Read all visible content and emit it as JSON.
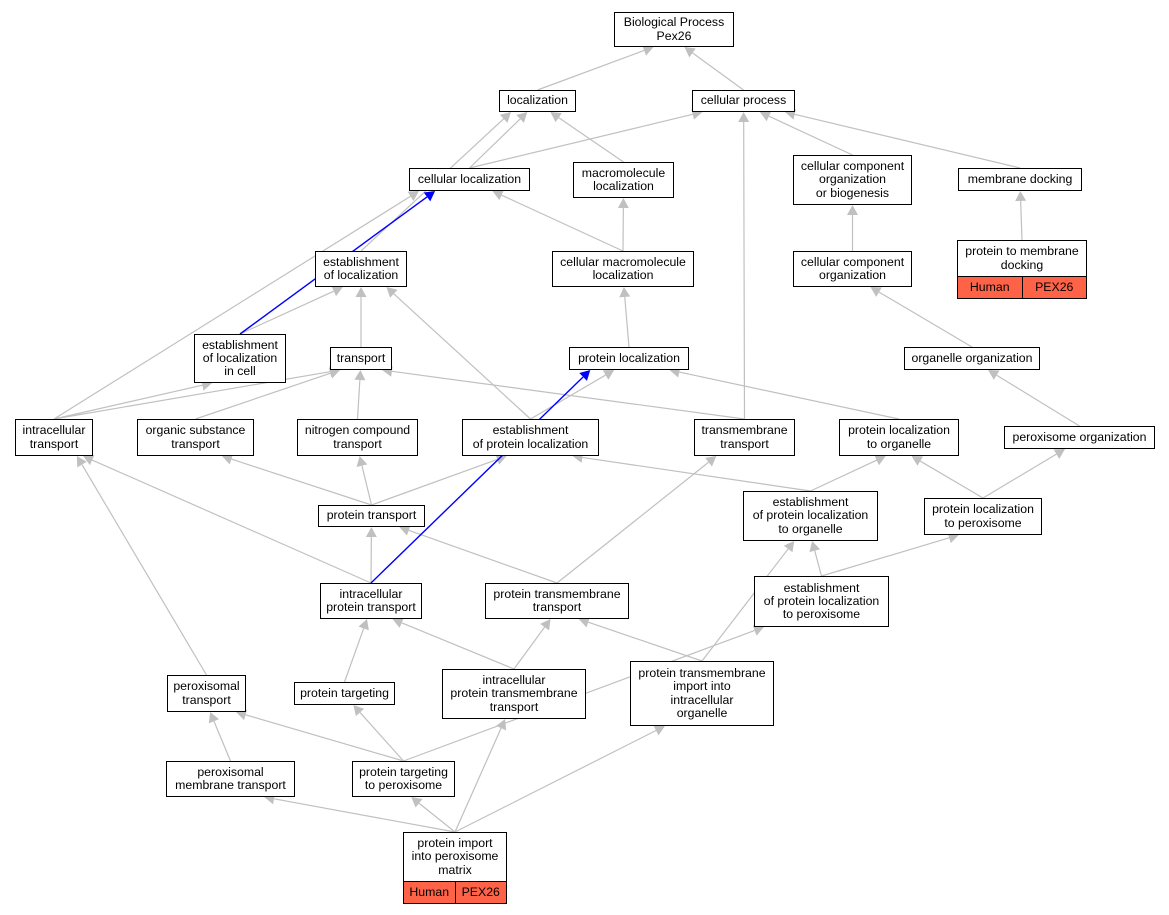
{
  "colors": {
    "edge": "#c0c0c0",
    "highlight_edge": "#0000ff",
    "tag_fill": "#ff6347",
    "border": "#000000",
    "background": "#ffffff"
  },
  "nodes": {
    "biological_process": {
      "label": "Biological Process\nPex26"
    },
    "localization": {
      "label": "localization"
    },
    "cellular_process": {
      "label": "cellular process"
    },
    "cellular_localization": {
      "label": "cellular localization"
    },
    "macromolecule_localization": {
      "label": "macromolecule\nlocalization"
    },
    "cellular_component_org_biogenesis": {
      "label": "cellular component\norganization\nor biogenesis"
    },
    "membrane_docking": {
      "label": "membrane docking"
    },
    "establishment_of_localization": {
      "label": "establishment\nof localization"
    },
    "cellular_macromolecule_localization": {
      "label": "cellular macromolecule\nlocalization"
    },
    "cellular_component_organization": {
      "label": "cellular component\norganization"
    },
    "protein_to_membrane_docking": {
      "label": "protein to membrane\ndocking",
      "tags": [
        "Human",
        "PEX26"
      ]
    },
    "establishment_of_localization_in_cell": {
      "label": "establishment\nof localization\nin cell"
    },
    "transport": {
      "label": "transport"
    },
    "protein_localization": {
      "label": "protein localization"
    },
    "organelle_organization": {
      "label": "organelle organization"
    },
    "intracellular_transport": {
      "label": "intracellular\ntransport"
    },
    "organic_substance_transport": {
      "label": "organic substance\ntransport"
    },
    "nitrogen_compound_transport": {
      "label": "nitrogen compound\ntransport"
    },
    "establishment_of_protein_localization": {
      "label": "establishment\nof protein localization"
    },
    "transmembrane_transport": {
      "label": "transmembrane\ntransport"
    },
    "protein_localization_to_organelle": {
      "label": "protein localization\nto organelle"
    },
    "peroxisome_organization": {
      "label": "peroxisome organization"
    },
    "protein_transport": {
      "label": "protein transport"
    },
    "establishment_of_protein_localization_to_organelle": {
      "label": "establishment\nof protein localization\nto organelle"
    },
    "protein_localization_to_peroxisome": {
      "label": "protein localization\nto peroxisome"
    },
    "intracellular_protein_transport": {
      "label": "intracellular\nprotein transport"
    },
    "protein_transmembrane_transport": {
      "label": "protein transmembrane\ntransport"
    },
    "establishment_of_protein_localization_to_peroxisome": {
      "label": "establishment\nof protein localization\nto peroxisome"
    },
    "peroxisomal_transport": {
      "label": "peroxisomal\ntransport"
    },
    "protein_targeting": {
      "label": "protein targeting"
    },
    "intracellular_protein_transmembrane_transport": {
      "label": "intracellular\nprotein transmembrane\ntransport"
    },
    "protein_transmembrane_import_into_intracellular_organelle": {
      "label": "protein transmembrane\nimport into\nintracellular\norganelle"
    },
    "peroxisomal_membrane_transport": {
      "label": "peroxisomal\nmembrane transport"
    },
    "protein_targeting_to_peroxisome": {
      "label": "protein targeting\nto peroxisome"
    },
    "protein_import_into_peroxisome_matrix": {
      "label": "protein import\ninto peroxisome\nmatrix",
      "tags": [
        "Human",
        "PEX26"
      ]
    }
  },
  "edges": [
    {
      "from": "localization",
      "to": "biological_process"
    },
    {
      "from": "cellular_process",
      "to": "biological_process"
    },
    {
      "from": "cellular_localization",
      "to": "localization"
    },
    {
      "from": "cellular_localization",
      "to": "cellular_process"
    },
    {
      "from": "macromolecule_localization",
      "to": "localization"
    },
    {
      "from": "establishment_of_localization",
      "to": "localization"
    },
    {
      "from": "cellular_component_org_biogenesis",
      "to": "cellular_process"
    },
    {
      "from": "membrane_docking",
      "to": "cellular_process"
    },
    {
      "from": "transmembrane_transport",
      "to": "cellular_process"
    },
    {
      "from": "cellular_macromolecule_localization",
      "to": "cellular_localization"
    },
    {
      "from": "cellular_macromolecule_localization",
      "to": "macromolecule_localization"
    },
    {
      "from": "establishment_of_localization_in_cell",
      "to": "cellular_localization",
      "highlight": true
    },
    {
      "from": "intracellular_transport",
      "to": "cellular_localization"
    },
    {
      "from": "cellular_component_organization",
      "to": "cellular_component_org_biogenesis"
    },
    {
      "from": "protein_to_membrane_docking",
      "to": "membrane_docking"
    },
    {
      "from": "establishment_of_localization_in_cell",
      "to": "establishment_of_localization"
    },
    {
      "from": "transport",
      "to": "establishment_of_localization"
    },
    {
      "from": "establishment_of_protein_localization",
      "to": "establishment_of_localization"
    },
    {
      "from": "protein_localization",
      "to": "cellular_macromolecule_localization"
    },
    {
      "from": "organelle_organization",
      "to": "cellular_component_organization"
    },
    {
      "from": "intracellular_transport",
      "to": "establishment_of_localization_in_cell"
    },
    {
      "from": "intracellular_transport",
      "to": "transport"
    },
    {
      "from": "organic_substance_transport",
      "to": "transport"
    },
    {
      "from": "nitrogen_compound_transport",
      "to": "transport"
    },
    {
      "from": "transmembrane_transport",
      "to": "transport"
    },
    {
      "from": "establishment_of_protein_localization",
      "to": "protein_localization"
    },
    {
      "from": "intracellular_protein_transport",
      "to": "protein_localization",
      "highlight": true
    },
    {
      "from": "protein_localization_to_organelle",
      "to": "protein_localization"
    },
    {
      "from": "peroxisome_organization",
      "to": "organelle_organization"
    },
    {
      "from": "protein_transport",
      "to": "organic_substance_transport"
    },
    {
      "from": "protein_transport",
      "to": "nitrogen_compound_transport"
    },
    {
      "from": "protein_transport",
      "to": "establishment_of_protein_localization"
    },
    {
      "from": "establishment_of_protein_localization_to_organelle",
      "to": "establishment_of_protein_localization"
    },
    {
      "from": "protein_transmembrane_transport",
      "to": "transmembrane_transport"
    },
    {
      "from": "establishment_of_protein_localization_to_organelle",
      "to": "protein_localization_to_organelle"
    },
    {
      "from": "protein_localization_to_peroxisome",
      "to": "protein_localization_to_organelle"
    },
    {
      "from": "protein_localization_to_peroxisome",
      "to": "peroxisome_organization"
    },
    {
      "from": "intracellular_protein_transport",
      "to": "protein_transport"
    },
    {
      "from": "protein_transmembrane_transport",
      "to": "protein_transport"
    },
    {
      "from": "intracellular_protein_transport",
      "to": "intracellular_transport"
    },
    {
      "from": "establishment_of_protein_localization_to_peroxisome",
      "to": "establishment_of_protein_localization_to_organelle"
    },
    {
      "from": "protein_transmembrane_import_into_intracellular_organelle",
      "to": "establishment_of_protein_localization_to_organelle"
    },
    {
      "from": "establishment_of_protein_localization_to_peroxisome",
      "to": "protein_localization_to_peroxisome"
    },
    {
      "from": "peroxisomal_transport",
      "to": "intracellular_transport"
    },
    {
      "from": "protein_targeting",
      "to": "intracellular_protein_transport"
    },
    {
      "from": "intracellular_protein_transmembrane_transport",
      "to": "intracellular_protein_transport"
    },
    {
      "from": "intracellular_protein_transmembrane_transport",
      "to": "protein_transmembrane_transport"
    },
    {
      "from": "protein_transmembrane_import_into_intracellular_organelle",
      "to": "protein_transmembrane_transport"
    },
    {
      "from": "peroxisomal_membrane_transport",
      "to": "peroxisomal_transport"
    },
    {
      "from": "protein_targeting_to_peroxisome",
      "to": "peroxisomal_transport"
    },
    {
      "from": "protein_targeting_to_peroxisome",
      "to": "protein_targeting"
    },
    {
      "from": "protein_targeting_to_peroxisome",
      "to": "establishment_of_protein_localization_to_peroxisome"
    },
    {
      "from": "protein_import_into_peroxisome_matrix",
      "to": "peroxisomal_membrane_transport"
    },
    {
      "from": "protein_import_into_peroxisome_matrix",
      "to": "protein_targeting_to_peroxisome"
    },
    {
      "from": "protein_import_into_peroxisome_matrix",
      "to": "intracellular_protein_transmembrane_transport"
    },
    {
      "from": "protein_import_into_peroxisome_matrix",
      "to": "protein_transmembrane_import_into_intracellular_organelle"
    }
  ]
}
